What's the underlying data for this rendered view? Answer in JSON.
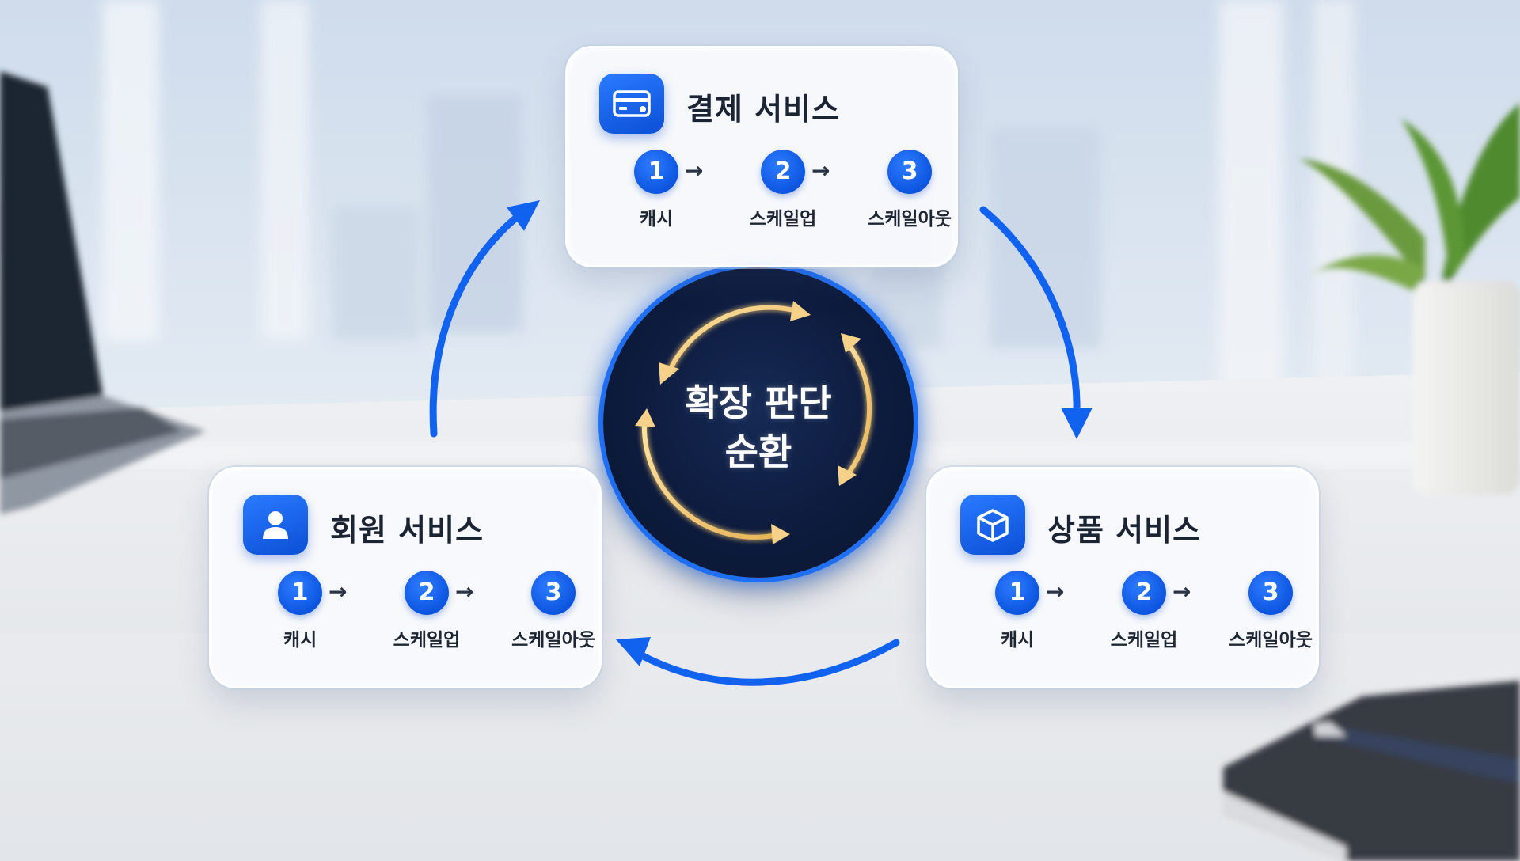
{
  "center": {
    "line1": "확장 판단",
    "line2": "순환"
  },
  "cards": {
    "payment": {
      "title": "결제 서비스",
      "icon": "credit-card-icon",
      "steps": [
        {
          "num": "1",
          "label": "캐시"
        },
        {
          "num": "2",
          "label": "스케일업"
        },
        {
          "num": "3",
          "label": "스케일아웃"
        }
      ]
    },
    "member": {
      "title": "회원 서비스",
      "icon": "user-icon",
      "steps": [
        {
          "num": "1",
          "label": "캐시"
        },
        {
          "num": "2",
          "label": "스케일업"
        },
        {
          "num": "3",
          "label": "스케일아웃"
        }
      ]
    },
    "product": {
      "title": "상품 서비스",
      "icon": "box-icon",
      "steps": [
        {
          "num": "1",
          "label": "캐시"
        },
        {
          "num": "2",
          "label": "스케일업"
        },
        {
          "num": "3",
          "label": "스케일아웃"
        }
      ]
    }
  },
  "step_arrow": "→",
  "colors": {
    "accent": "#1565f5",
    "gold": "#f2c873",
    "dark_navy": "#0d1b3d"
  }
}
